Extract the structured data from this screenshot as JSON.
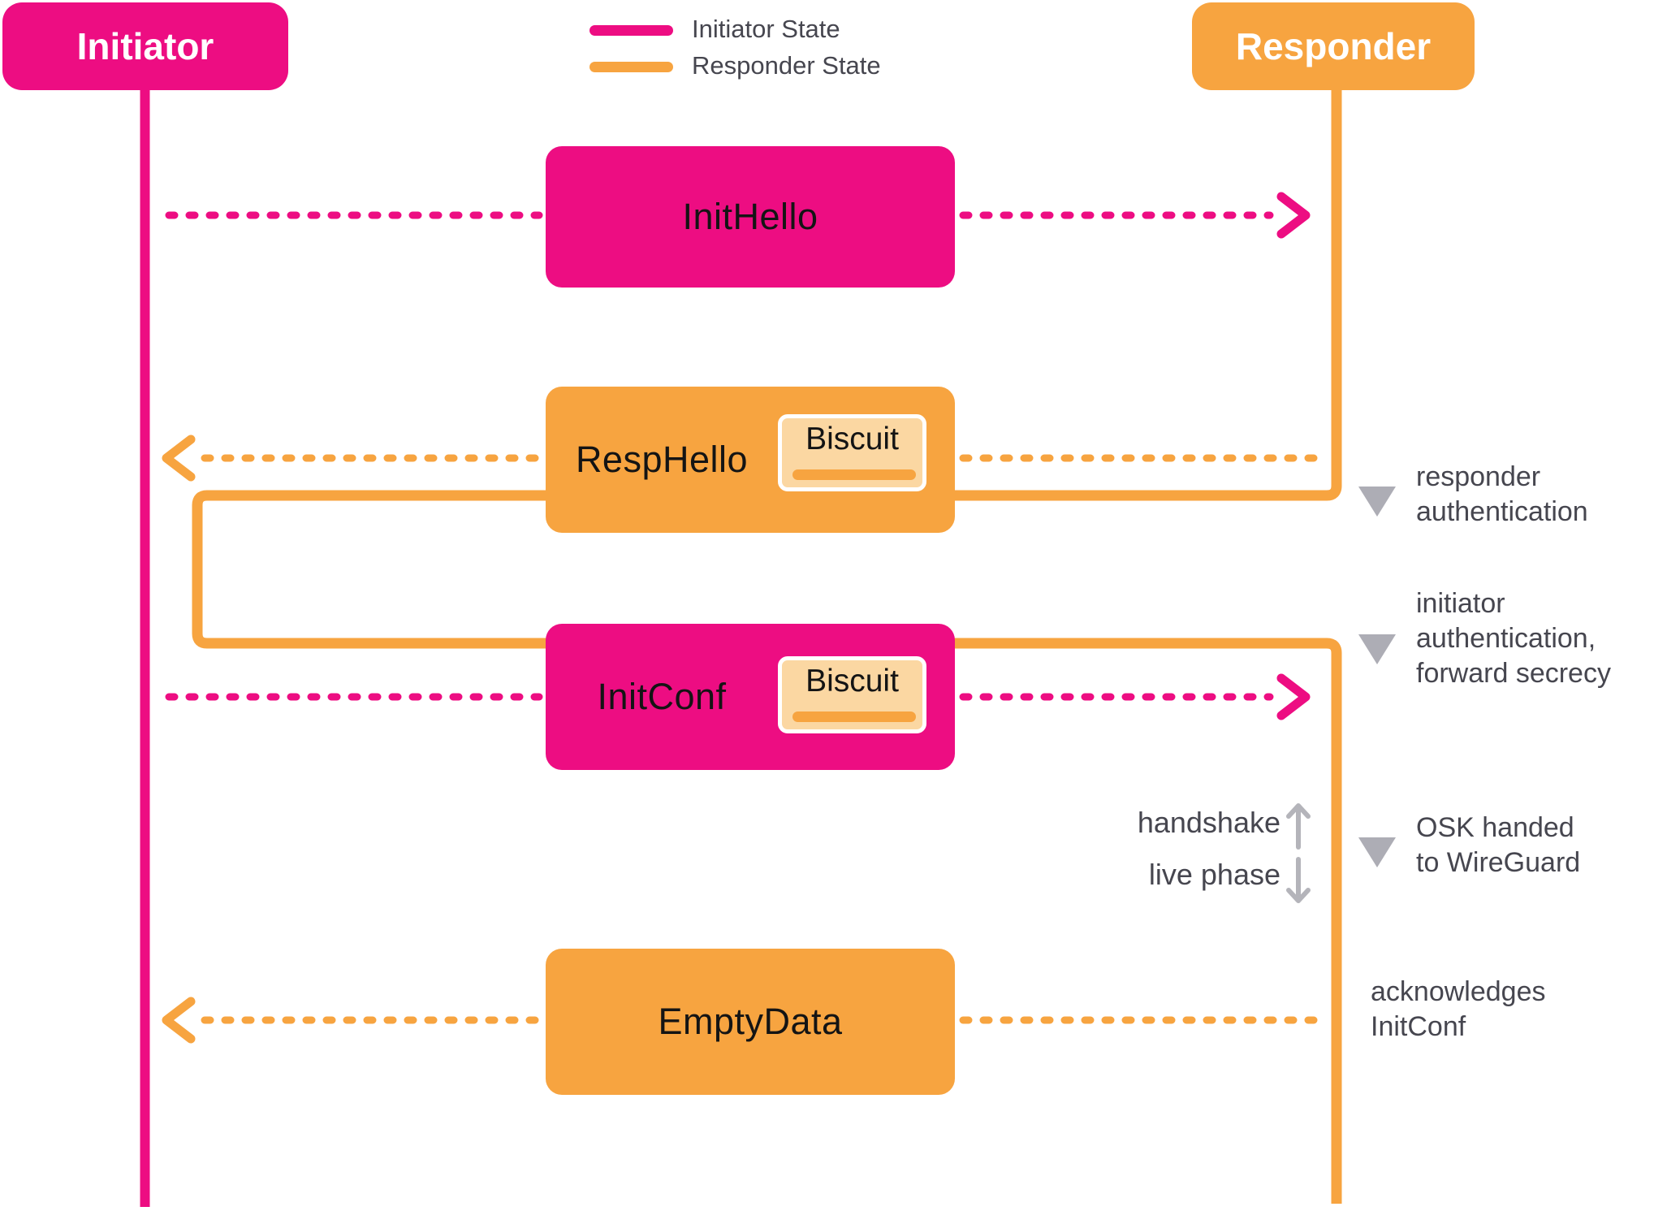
{
  "colors": {
    "pink": "#ED0D82",
    "orange": "#F7A440",
    "biscuit_fill": "#FBD7A2",
    "note_text": "#46464F",
    "muted_gray": "#ADADB5",
    "label_text": "#141414"
  },
  "actors": {
    "initiator": {
      "label": "Initiator"
    },
    "responder": {
      "label": "Responder"
    }
  },
  "legend": {
    "items": [
      {
        "label": "Initiator State"
      },
      {
        "label": "Responder State"
      }
    ]
  },
  "messages": [
    {
      "label": "InitHello"
    },
    {
      "label": "RespHello",
      "biscuit_label": "Biscuit"
    },
    {
      "label": "InitConf",
      "biscuit_label": "Biscuit"
    },
    {
      "label": "EmptyData"
    }
  ],
  "annotations": [
    {
      "lines": [
        "responder",
        "authentication"
      ]
    },
    {
      "lines": [
        "initiator",
        "authentication,",
        "forward secrecy"
      ]
    },
    {
      "lines": [
        "OSK handed",
        "to WireGuard"
      ]
    },
    {
      "lines": [
        "acknowledges",
        "InitConf"
      ]
    }
  ],
  "phase": {
    "handshake_label": "handshake",
    "live_label": "live phase"
  }
}
